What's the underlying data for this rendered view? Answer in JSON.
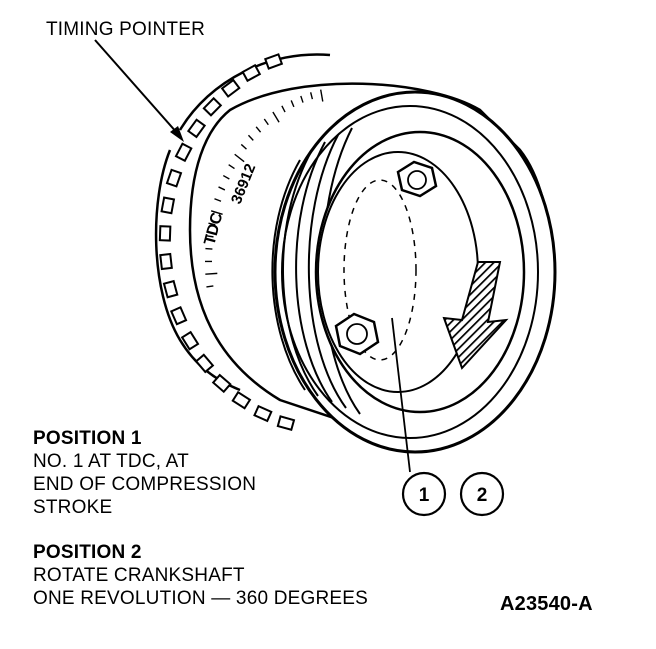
{
  "labels": {
    "timing_pointer": "TIMING POINTER",
    "tdc": "TDC",
    "degree_marks": "36912",
    "callout_1": "1",
    "callout_2": "2",
    "figure_id": "A23540-A"
  },
  "position1": {
    "heading": "POSITION 1",
    "lines": [
      "NO. 1 AT TDC, AT",
      "END OF COMPRESSION",
      "STROKE"
    ]
  },
  "position2": {
    "heading": "POSITION 2",
    "lines": [
      "ROTATE CRANKSHAFT",
      "ONE REVOLUTION — 360 DEGREES"
    ]
  },
  "colors": {
    "ink": "#000000",
    "paper": "#ffffff"
  },
  "icons": {
    "rotation_arrow": "rotation-direction-arrow-icon",
    "bolt": "hex-bolt-icon"
  }
}
